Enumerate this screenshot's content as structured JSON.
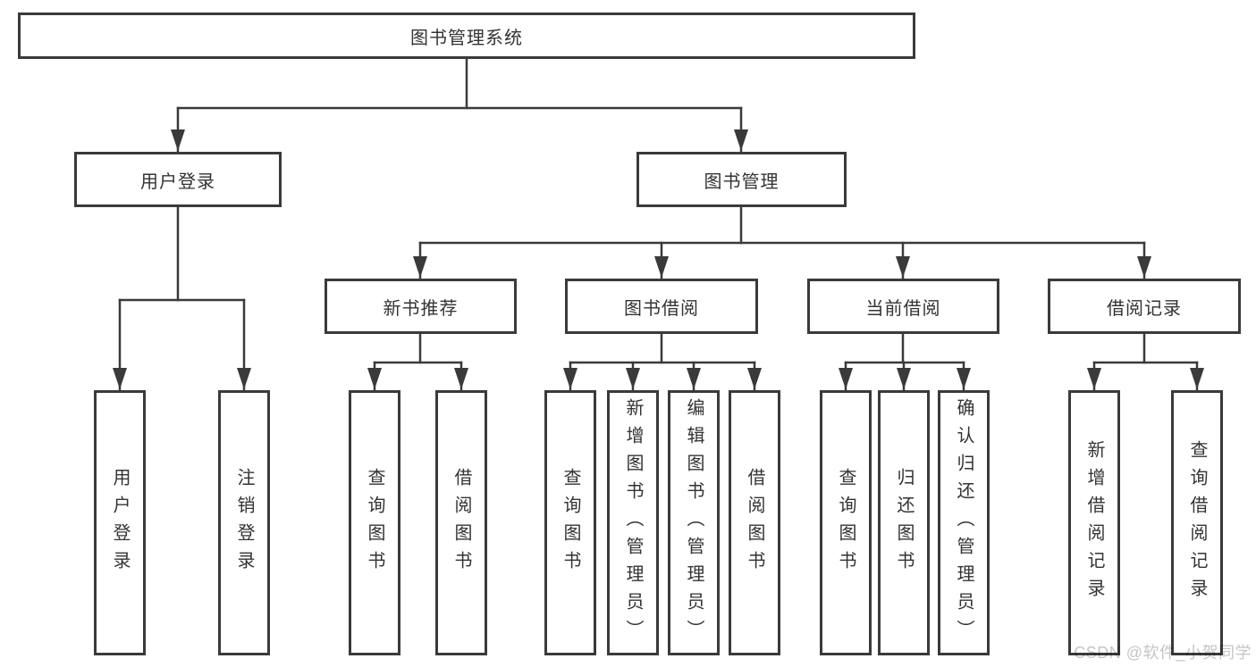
{
  "diagram": {
    "type": "tree",
    "root": {
      "label": "图书管理系统",
      "children": [
        {
          "label": "用户登录",
          "children": [
            {
              "label": "用户登录"
            },
            {
              "label": "注销登录"
            }
          ]
        },
        {
          "label": "图书管理",
          "children": [
            {
              "label": "新书推荐",
              "children": [
                {
                  "label": "查询图书"
                },
                {
                  "label": "借阅图书"
                }
              ]
            },
            {
              "label": "图书借阅",
              "children": [
                {
                  "label": "查询图书"
                },
                {
                  "label": "新增图书（管理员）"
                },
                {
                  "label": "编辑图书（管理员）"
                },
                {
                  "label": "借阅图书"
                }
              ]
            },
            {
              "label": "当前借阅",
              "children": [
                {
                  "label": "查询图书"
                },
                {
                  "label": "归还图书"
                },
                {
                  "label": "确认归还（管理员）"
                }
              ]
            },
            {
              "label": "借阅记录",
              "children": [
                {
                  "label": "新增借阅记录"
                },
                {
                  "label": "查询借阅记录"
                }
              ]
            }
          ]
        }
      ]
    },
    "colors": {
      "line": "#3a3a3a",
      "box_border": "#3a3a3a",
      "text": "#333333",
      "background": "#ffffff",
      "watermark": "#c5c5c5"
    }
  },
  "watermark": {
    "text": "CSDN @软件_小贺同学"
  }
}
